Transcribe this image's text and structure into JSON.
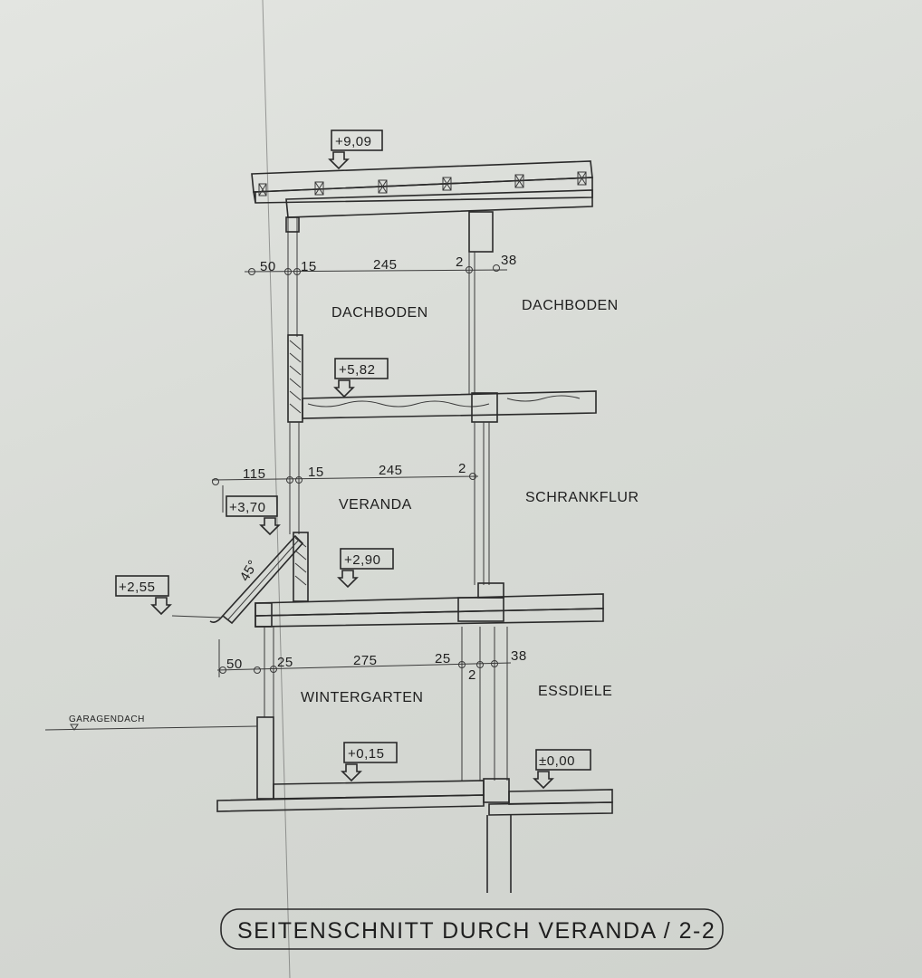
{
  "title": "SEITENSCHNITT DURCH VERANDA / 2-2",
  "levels": {
    "roof": "+9,09",
    "attic_floor": "+5,82",
    "veranda_roof": "+3,70",
    "veranda_floor": "+2,90",
    "gutter": "+2,55",
    "wintergarten_floor": "+0,15",
    "ground": "±0,00"
  },
  "rooms": {
    "dachboden_left": "DACHBODEN",
    "dachboden_right": "DACHBODEN",
    "veranda": "VERANDA",
    "schrankflur": "SCHRANKFLUR",
    "wintergarten": "WINTERGARTEN",
    "essdiele": "ESSDIELE"
  },
  "dims_top": {
    "d1": "50",
    "d2": "15",
    "d3": "245",
    "d4": "2",
    "d5": "38"
  },
  "dims_mid": {
    "d1": "115",
    "d2": "15",
    "d3": "245",
    "d4": "2"
  },
  "dims_low": {
    "d1": "50",
    "d2": "25",
    "d3": "275",
    "d4": "25",
    "d5": "38",
    "d6": "2"
  },
  "angle": "45°",
  "garage_label": "GARAGENDACH"
}
